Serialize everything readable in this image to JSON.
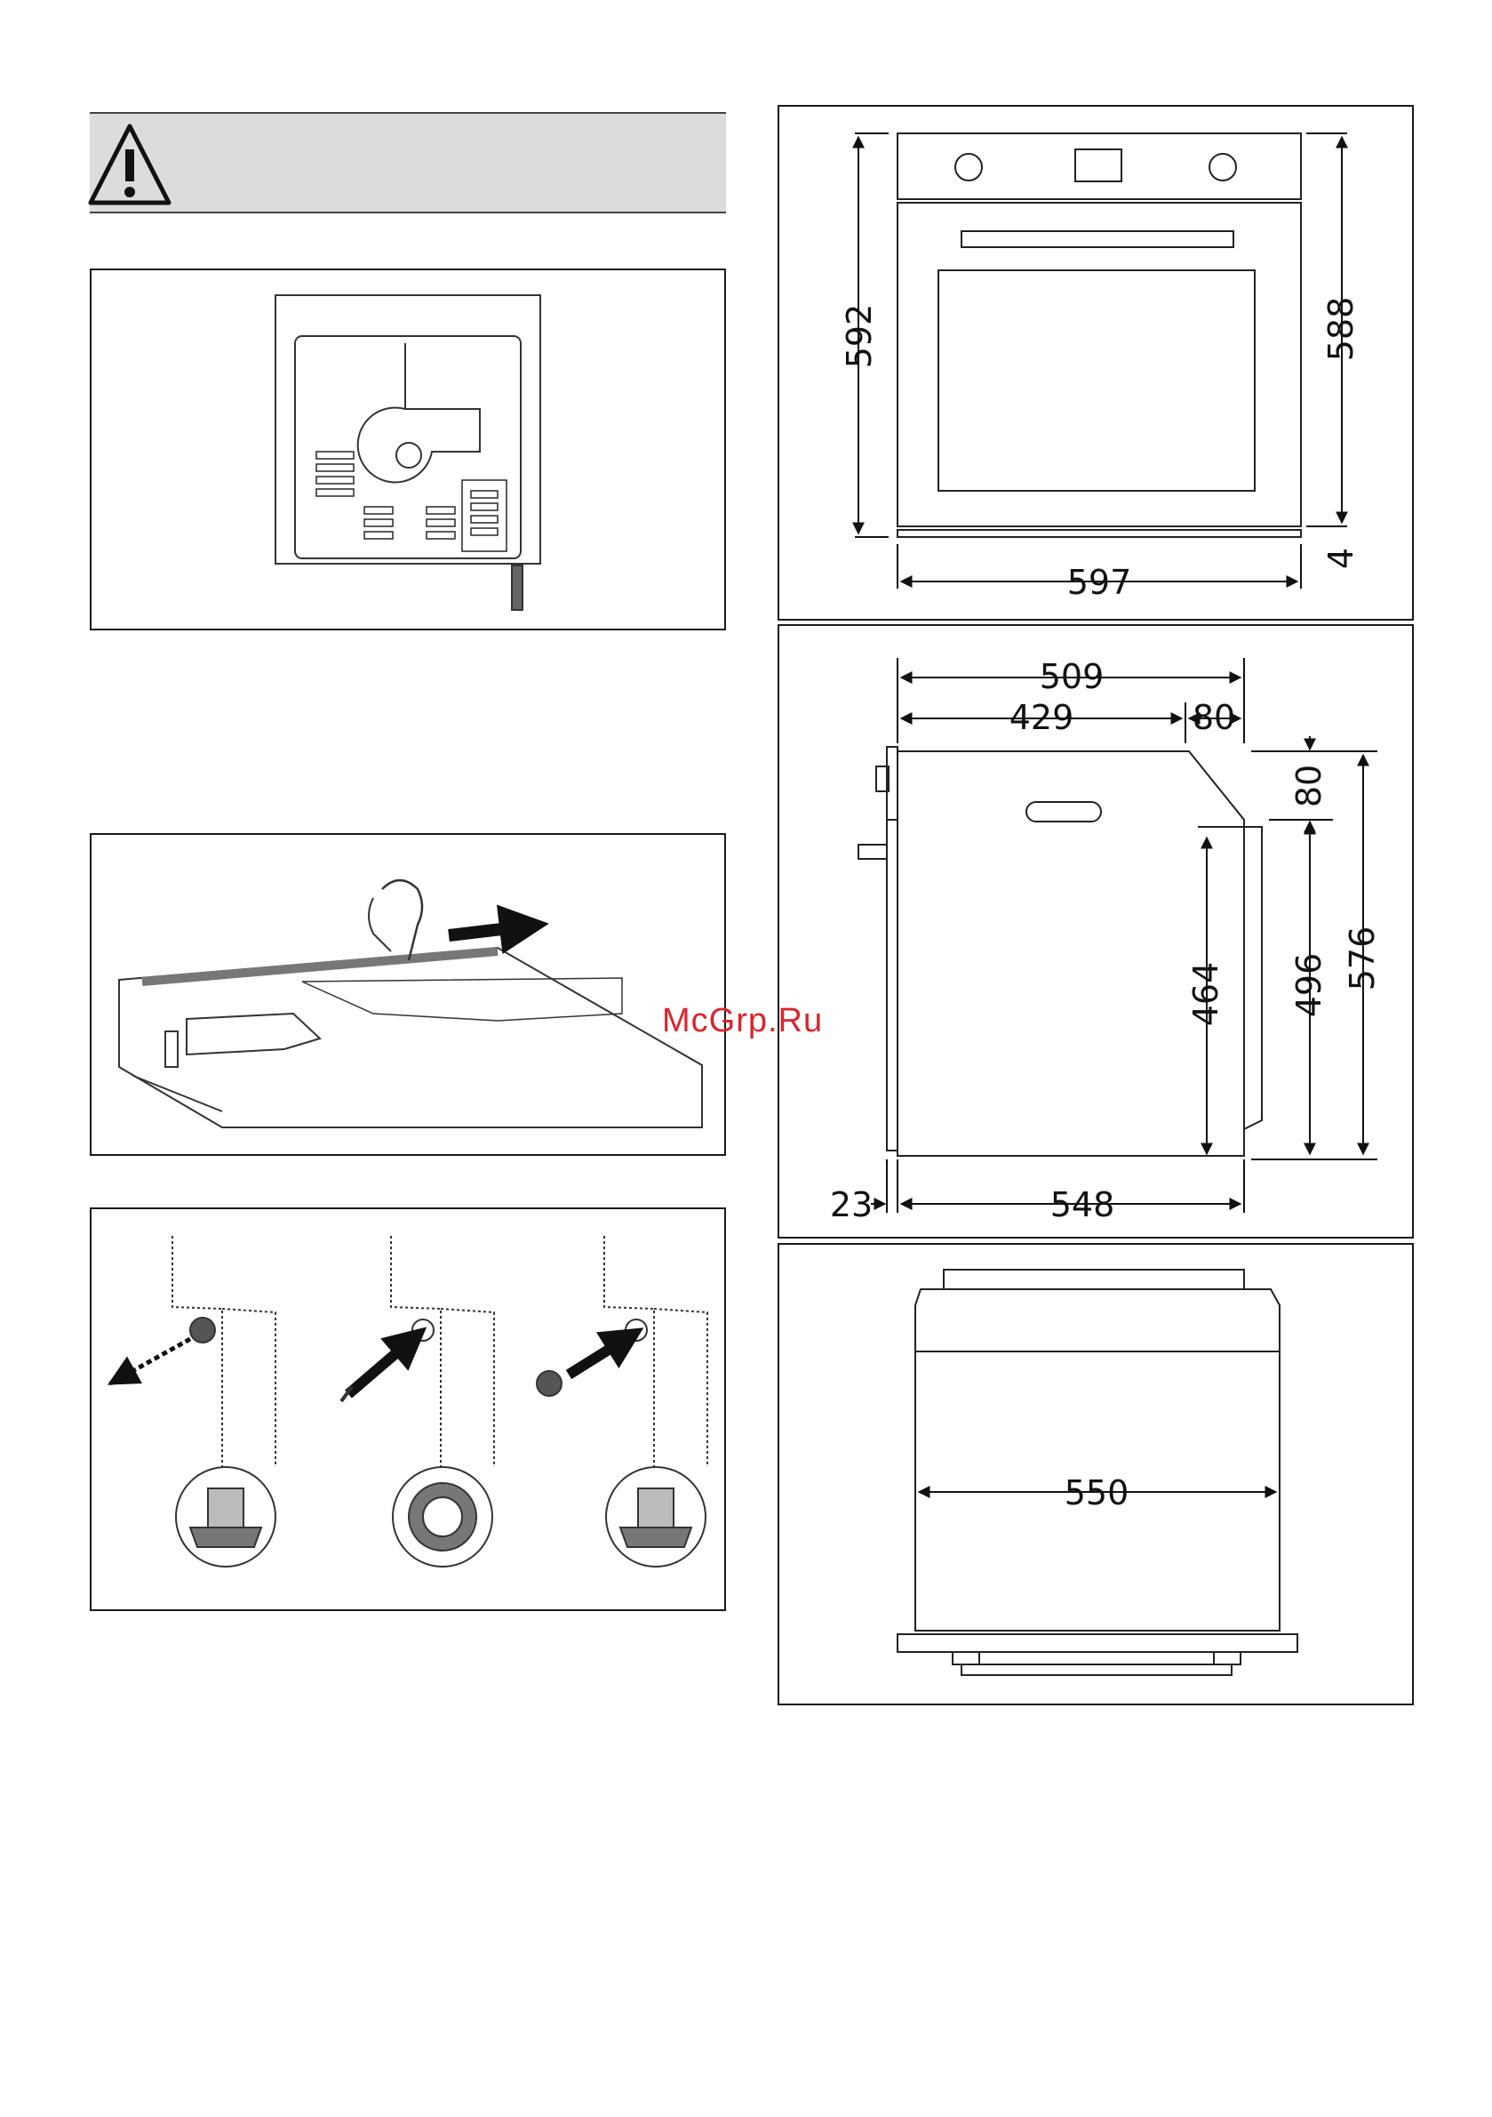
{
  "watermark": "McGrp.Ru",
  "warning_icon": "warning-triangle-icon",
  "dimensions": {
    "front": {
      "height_left": "592",
      "height_right": "588",
      "width": "597",
      "gap": "4"
    },
    "side": {
      "total_depth": "509",
      "body_depth": "429",
      "front_depth": "80",
      "top_offset": "80",
      "inner_height": "464",
      "body_height": "496",
      "total_height": "576",
      "front_thickness": "23",
      "bottom_depth": "548"
    },
    "cavity": {
      "width": "550"
    }
  },
  "colors": {
    "ink": "#1a1a1a",
    "warning_bg": "#dcdcdc",
    "watermark": "#d8262c",
    "panel_fill": "#f2f2f2"
  }
}
